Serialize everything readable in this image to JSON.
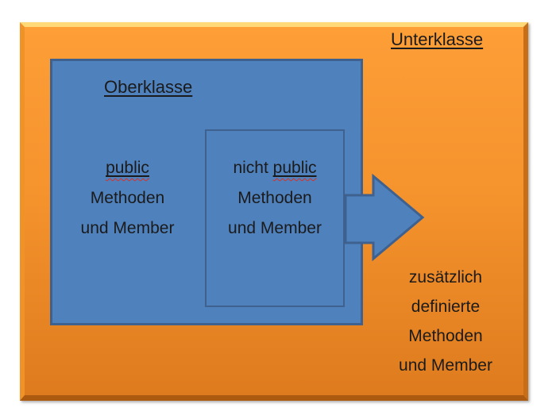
{
  "colors": {
    "orange_fill_top": "#fd9e37",
    "orange_fill_bottom": "#de7b1e",
    "bevel_top": "#ffd878",
    "bevel_left": "#ef9228",
    "bevel_right": "#c76e16",
    "bevel_bottom": "#ab5a10",
    "blue_fill": "#4f81bd",
    "blue_border": "#3e618f",
    "text": "#1b1b1b",
    "squiggle": "#d93025"
  },
  "subclass": {
    "title": "Unterklasse",
    "note_lines": [
      "zusätzlich",
      "definierte",
      "Methoden",
      "und Member"
    ]
  },
  "superclass": {
    "title": "Oberklasse",
    "public_block": {
      "line1_word": "public",
      "line2": "Methoden",
      "line3": "und Member"
    },
    "nonpublic_block": {
      "line1_prefix": "nicht ",
      "line1_word": "public",
      "line2": "Methoden",
      "line3": "und Member"
    }
  },
  "icons": {
    "arrow": "right-block-arrow"
  }
}
